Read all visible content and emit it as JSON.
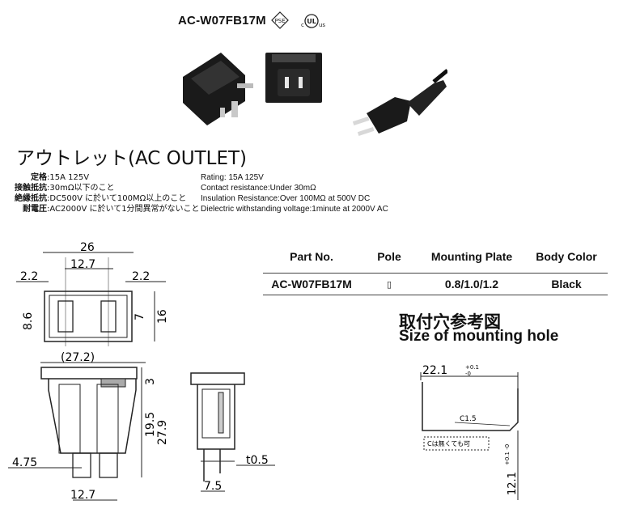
{
  "header": {
    "model": "AC-W07FB17M",
    "cert_marks": [
      "PSE",
      "cUL us"
    ]
  },
  "heading": "アウトレット(AC OUTLET)",
  "specs_jp": [
    {
      "label": "定格",
      "value": "15A 125V"
    },
    {
      "label": "接触抵抗",
      "value": "30mΩ以下のこと"
    },
    {
      "label": "絶縁抵抗",
      "value": "DC500V に於いて100MΩ以上のこと"
    },
    {
      "label": "耐電圧",
      "value": "AC2000V に於いて1分間異常がないこと"
    }
  ],
  "specs_en": [
    "Rating: 15A 125V",
    "Contact resistance:Under 30mΩ",
    "Insulation Resistance:Over 100MΩ  at 500V DC",
    "Dielectric withstanding voltage:1minute at 2000V AC"
  ],
  "parts_table": {
    "headers": [
      "Part No.",
      "Pole",
      "Mounting Plate",
      "Body Color"
    ],
    "rows": [
      {
        "part_no": "AC-W07FB17M",
        "pole": "▯",
        "plate": "0.8/1.0/1.2",
        "color": "Black"
      }
    ]
  },
  "mounting_hole": {
    "title_jp": "取付穴参考図",
    "title_en": "Size of mounting hole",
    "width": "22.1",
    "width_tol_plus": "+0.1",
    "width_tol_minus": "-0",
    "height": "12.1",
    "height_tol": "+0.1 -0",
    "corner": "C1.5",
    "note": "Cは無くても可"
  },
  "front_dims": {
    "overall_width": "26",
    "pin_span": "12.7",
    "left_margin": "2.2",
    "right_margin": "2.2",
    "slot_height": "8.6",
    "slot_inner": "7",
    "overall_height": "16"
  },
  "side_dims": {
    "body_width": "(27.2)",
    "top": "3",
    "depth1": "19.5",
    "depth2": "27.9",
    "pin_offset": "4.75",
    "pin_span": "12.7"
  },
  "end_dims": {
    "terminal_thickness": "t0.5",
    "terminal_span": "7.5"
  }
}
